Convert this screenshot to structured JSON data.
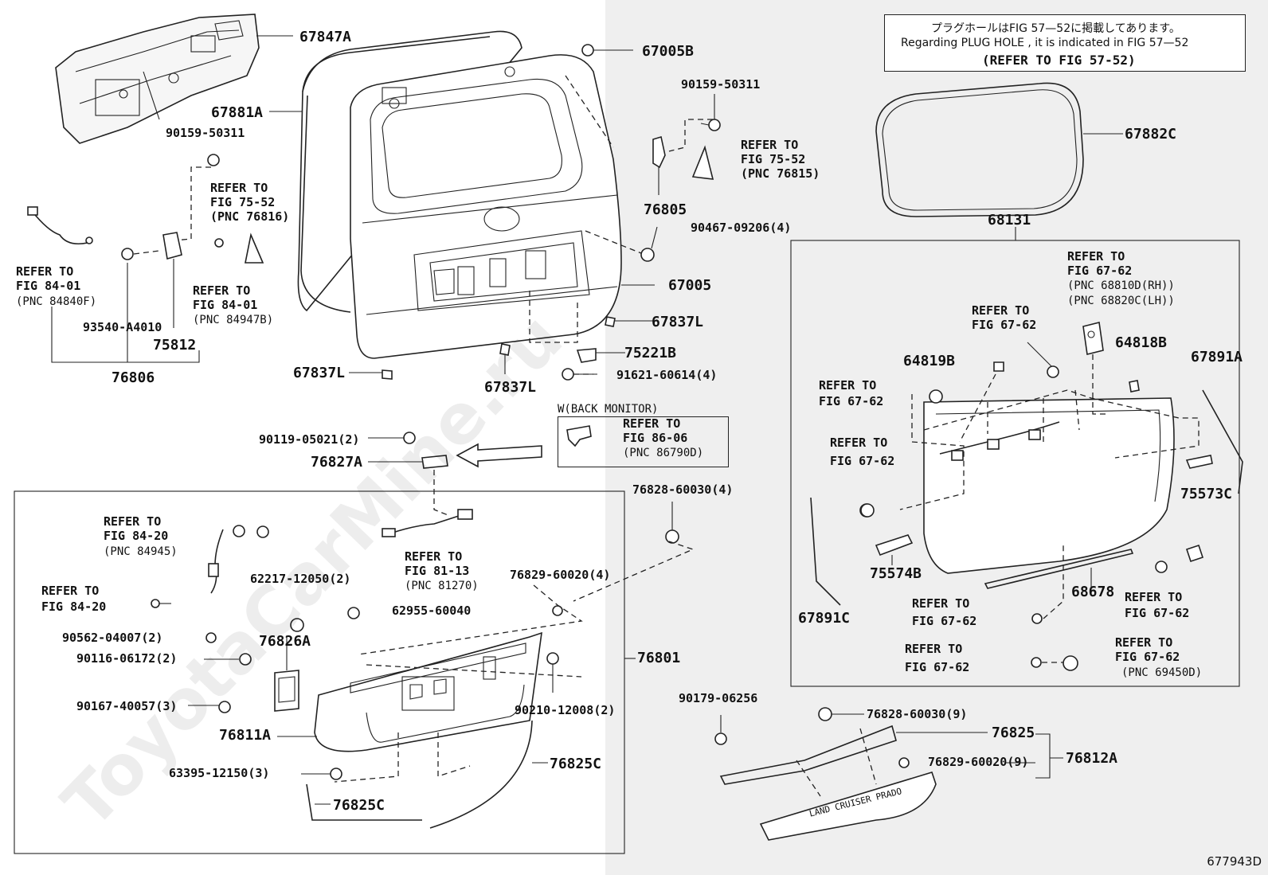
{
  "watermark": "ToyotaCarMine.ru",
  "note": {
    "line_jp": "プラグホールはFIG 57—52に掲載してあります。",
    "line_en": "Regarding PLUG HOLE , it is indicated in FIG 57—52",
    "line_ref": "(REFER TO FIG 57-52)"
  },
  "diagram_id": "677943D",
  "box_label_back_monitor": "W(BACK MONITOR)",
  "parts": {
    "p67847A": "67847A",
    "p67881A": "67881A",
    "p67005B": "67005B",
    "p90159_a": "90159-50311",
    "p90159_b": "90159-50311",
    "p76805": "76805",
    "p90467": "90467-09206(4)",
    "p67005": "67005",
    "p67837L_a": "67837L",
    "p67837L_b": "67837L",
    "p67837L_c": "67837L",
    "p75221B": "75221B",
    "p91621": "91621-60614(4)",
    "p93540": "93540-A4010",
    "p75812": "75812",
    "p76806": "76806",
    "p67882C": "67882C",
    "p68131": "68131",
    "p64819B": "64819B",
    "p64818B": "64818B",
    "p67891A": "67891A",
    "p75573C": "75573C",
    "p75574B": "75574B",
    "p68678": "68678",
    "p67891C": "67891C",
    "p90119": "90119-05021(2)",
    "p76827A": "76827A",
    "p76828_a": "76828-60030(4)",
    "p76829_a": "76829-60020(4)",
    "p62217": "62217-12050(2)",
    "p62955": "62955-60040",
    "p90562": "90562-04007(2)",
    "p90116": "90116-06172(2)",
    "p76826A": "76826A",
    "p76801": "76801",
    "p90167": "90167-40057(3)",
    "p90210": "90210-12008(2)",
    "p76811A": "76811A",
    "p63395": "63395-12150(3)",
    "p76825C_a": "76825C",
    "p76825C_b": "76825C",
    "p90179": "90179-06256",
    "p76828_b": "76828-60030(9)",
    "p76825": "76825",
    "p76829_b": "76829-60020(9)",
    "p76812A": "76812A"
  },
  "refs": {
    "r_fig84_01_a": [
      "REFER TO",
      "FIG 84-01",
      "(PNC 84840F)"
    ],
    "r_fig75_52_a": [
      "REFER TO",
      "FIG 75-52",
      "(PNC 76816)"
    ],
    "r_fig84_01_b": [
      "REFER TO",
      "FIG 84-01",
      "(PNC 84947B)"
    ],
    "r_fig75_52_b": [
      "REFER TO",
      "FIG 75-52",
      "(PNC 76815)"
    ],
    "r_fig86_06": [
      "REFER TO",
      "FIG 86-06",
      "(PNC 86790D)"
    ],
    "r_fig67_62_hinge": [
      "REFER TO",
      "FIG 67-62",
      "(PNC 68810D(RH))",
      "(PNC 68820C(LH))"
    ],
    "r_fig67_62_a": [
      "REFER TO",
      "FIG 67-62"
    ],
    "r_fig67_62_b": [
      "REFER TO",
      "FIG 67-62"
    ],
    "r_fig67_62_c": [
      "REFER TO",
      "FIG 67-62"
    ],
    "r_fig67_62_d": [
      "REFER TO",
      "FIG 67-62"
    ],
    "r_fig67_62_e": [
      "REFER TO",
      "FIG 67-62"
    ],
    "r_fig67_62_f": [
      "REFER TO",
      "FIG 67-62"
    ],
    "r_fig67_62_g": [
      "REFER TO",
      "FIG 67-62",
      "(PNC 69450D)"
    ],
    "r_fig84_20_a": [
      "REFER TO",
      "FIG 84-20",
      "(PNC 84945)"
    ],
    "r_fig84_20_b": [
      "REFER TO",
      "FIG 84-20"
    ],
    "r_fig81_13": [
      "REFER TO",
      "FIG 81-13",
      "(PNC 81270)"
    ]
  },
  "emblem_text": "LAND CRUISER PRADO"
}
